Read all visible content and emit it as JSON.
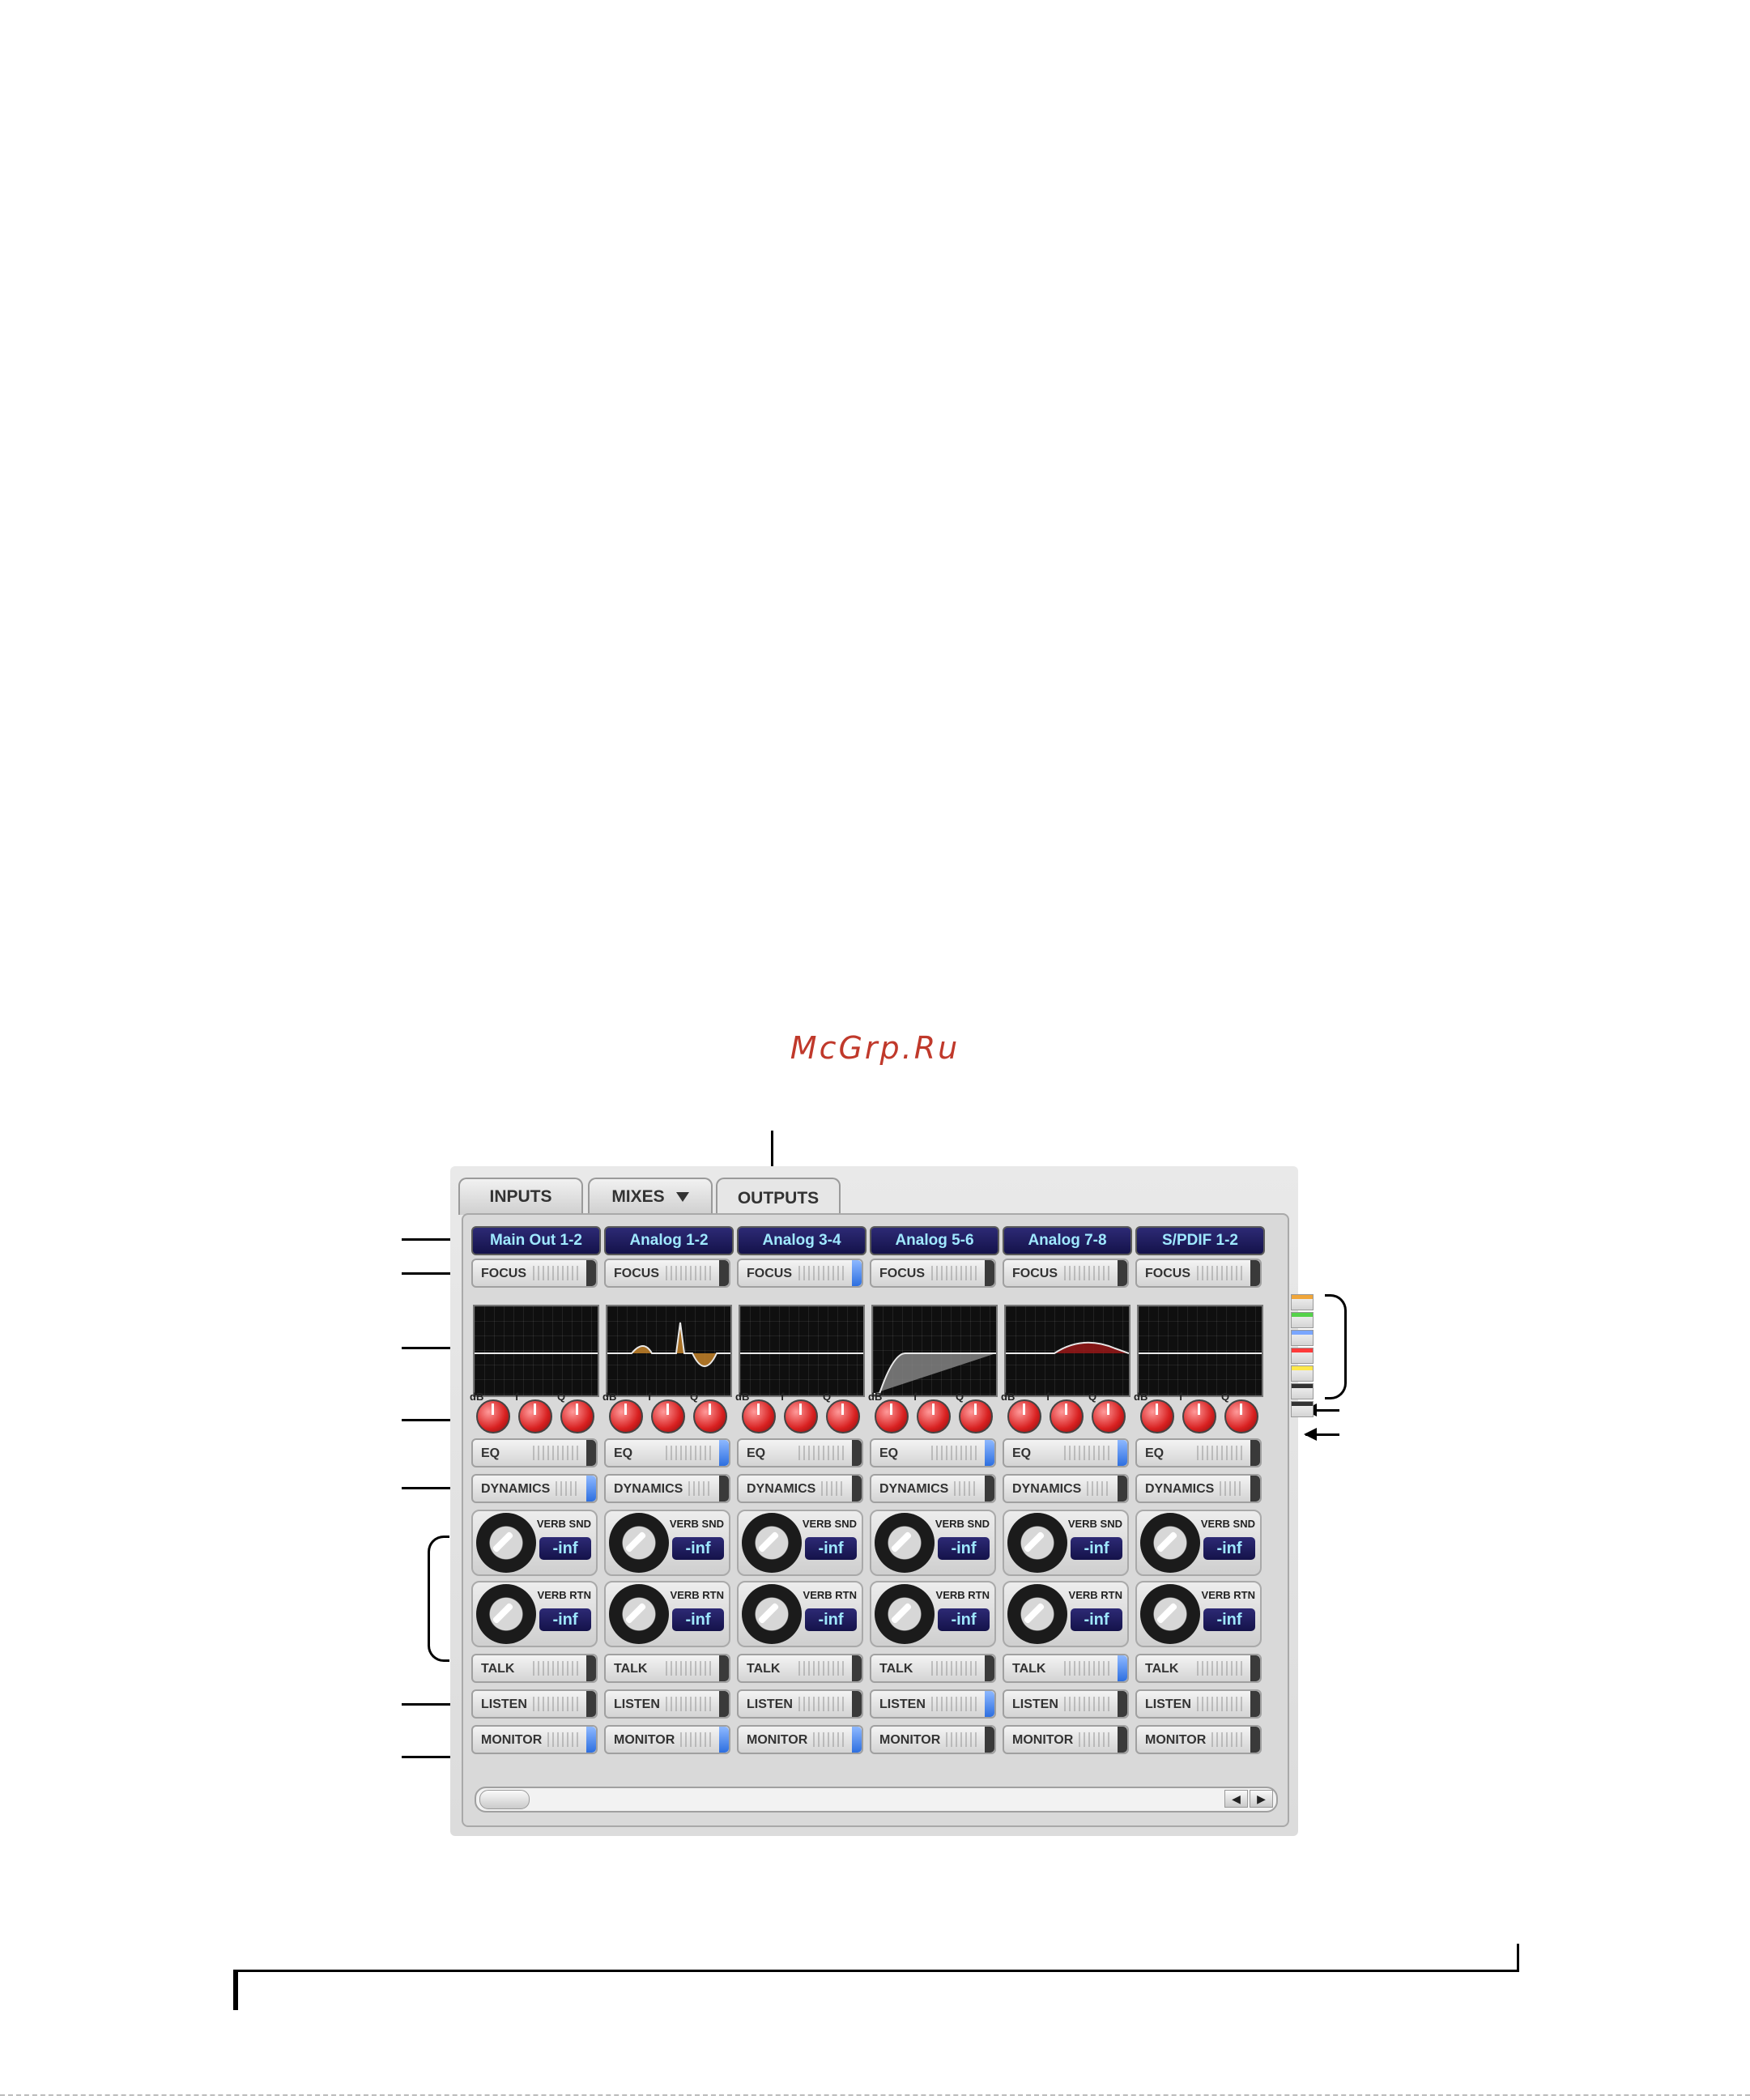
{
  "watermark": "McGrp.Ru",
  "tabs": {
    "inputs": "INPUTS",
    "mixes": "MIXES",
    "outputs": "OUTPUTS"
  },
  "channels": [
    {
      "name": "Main Out 1-2",
      "focus_on": false,
      "eq_on": false,
      "dyn_on": true,
      "talk_on": false,
      "listen_on": false,
      "monitor_on": true
    },
    {
      "name": "Analog 1-2",
      "focus_on": false,
      "eq_on": true,
      "dyn_on": false,
      "talk_on": false,
      "listen_on": false,
      "monitor_on": true
    },
    {
      "name": "Analog 3-4",
      "focus_on": true,
      "eq_on": false,
      "dyn_on": false,
      "talk_on": false,
      "listen_on": false,
      "monitor_on": true
    },
    {
      "name": "Analog 5-6",
      "focus_on": false,
      "eq_on": true,
      "dyn_on": false,
      "talk_on": false,
      "listen_on": true,
      "monitor_on": false
    },
    {
      "name": "Analog 7-8",
      "focus_on": false,
      "eq_on": true,
      "dyn_on": false,
      "talk_on": true,
      "listen_on": false,
      "monitor_on": false
    },
    {
      "name": "S/PDIF 1-2",
      "focus_on": false,
      "eq_on": false,
      "dyn_on": false,
      "talk_on": false,
      "listen_on": false,
      "monitor_on": false
    }
  ],
  "labels": {
    "focus": "FOCUS",
    "eq": "EQ",
    "dynamics": "DYNAMICS",
    "verb_snd": "VERB SND",
    "verb_rtn": "VERB RTN",
    "talk": "TALK",
    "listen": "LISTEN",
    "monitor": "MONITOR",
    "db": "dB",
    "f": "f",
    "q": "Q",
    "send_value": "-inf",
    "return_value": "-inf"
  },
  "scroll_arrows": {
    "left": "◀",
    "right": "▶"
  },
  "eq_band_colors": [
    "#f0a63a",
    "#55d24a",
    "#7aa6ff",
    "#ff3b3b",
    "#ffe84a"
  ]
}
